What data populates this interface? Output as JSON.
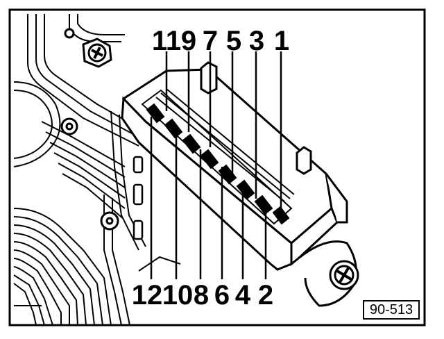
{
  "figure": {
    "ref_code": "90-513",
    "ink_color": "#000000",
    "paper_color": "#ffffff"
  },
  "pins": {
    "top": [
      {
        "label": "11"
      },
      {
        "label": "9"
      },
      {
        "label": "7"
      },
      {
        "label": "5"
      },
      {
        "label": "3"
      },
      {
        "label": "1"
      }
    ],
    "bottom": [
      {
        "label": "12"
      },
      {
        "label": "10"
      },
      {
        "label": "8"
      },
      {
        "label": "6"
      },
      {
        "label": "4"
      },
      {
        "label": "2"
      }
    ]
  }
}
